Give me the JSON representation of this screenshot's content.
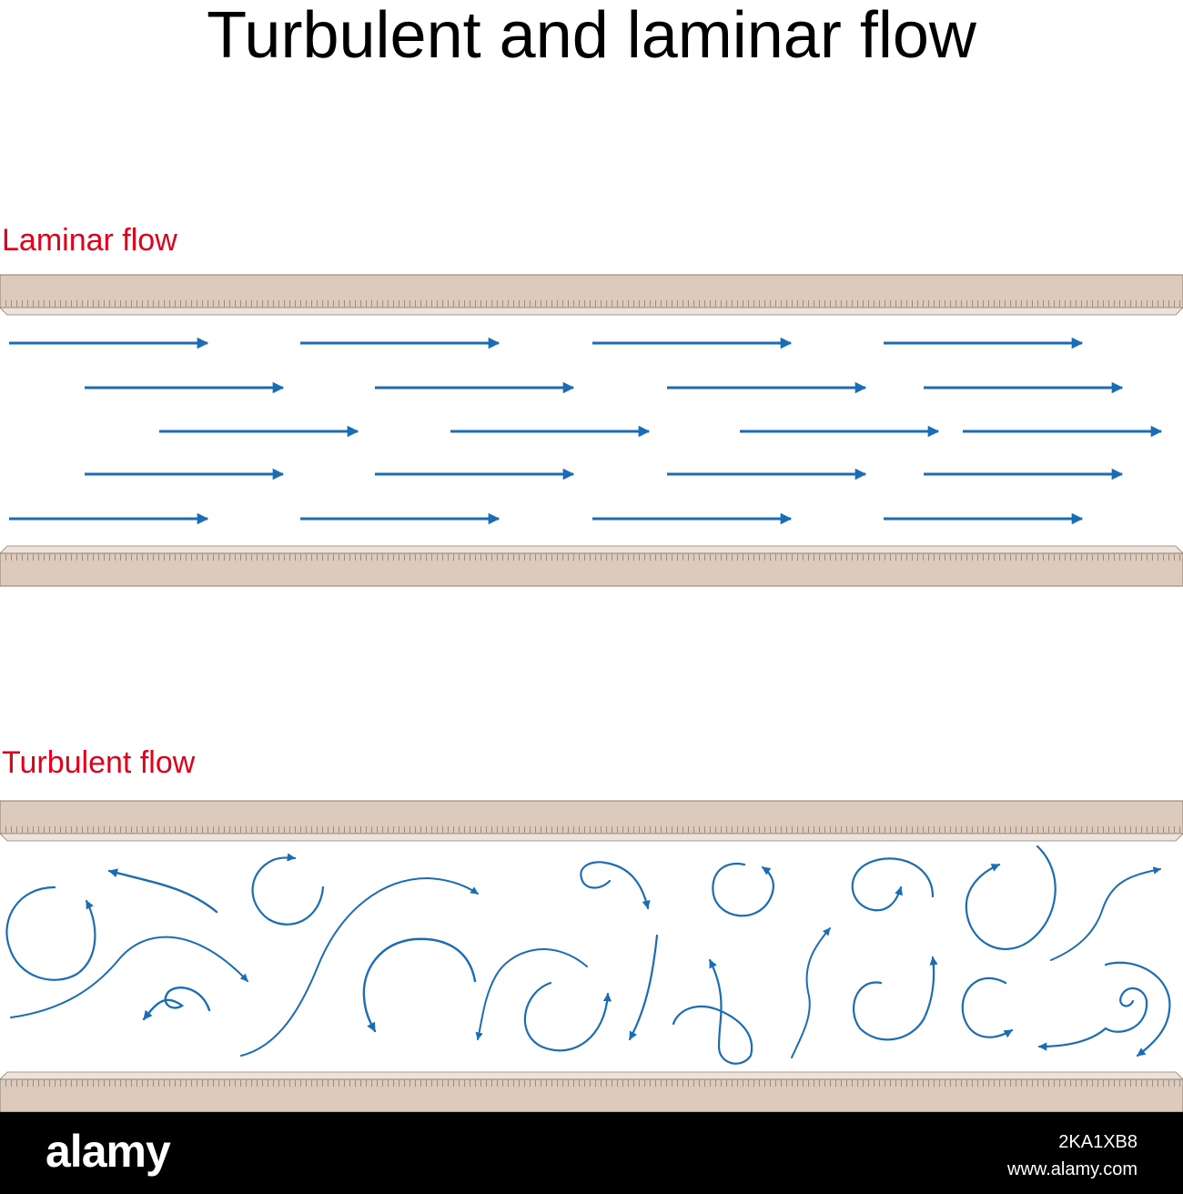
{
  "title": "Turbulent and laminar flow",
  "sections": {
    "laminar": {
      "label": "Laminar flow"
    },
    "turbulent": {
      "label": "Turbulent flow"
    }
  },
  "colors": {
    "arrow": "#1a6db5",
    "wall_fill": "#dccbbd",
    "wall_edge": "#8e7d6e",
    "label": "#e2001a",
    "footer_bg": "#000000"
  },
  "footer": {
    "logo": "alamy",
    "image_id": "2KA1XB8",
    "url": "www.alamy.com"
  }
}
